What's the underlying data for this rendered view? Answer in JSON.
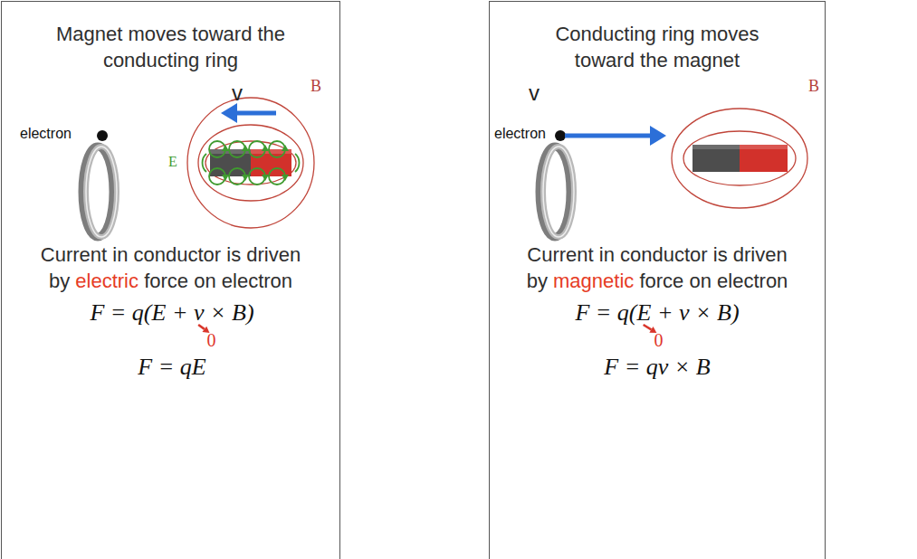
{
  "diagram": {
    "nodes": [
      {
        "text": [
          "Magnet moves toward the conducting ring",
          "Current in conductor is driven by electric force on electron"
        ]
      },
      {
        "text": [
          "Conducting ring moves toward the magnet",
          "Current in conductor is driven by magnetic force on electron"
        ]
      }
    ],
    "labels": [
      "electron",
      "v",
      "B",
      "E",
      "F = q(E + v × B)",
      "0",
      "F = qE",
      "v",
      "electron",
      "B",
      "F = q(E + v × B)",
      "0",
      "F = qv × B"
    ]
  }
}
